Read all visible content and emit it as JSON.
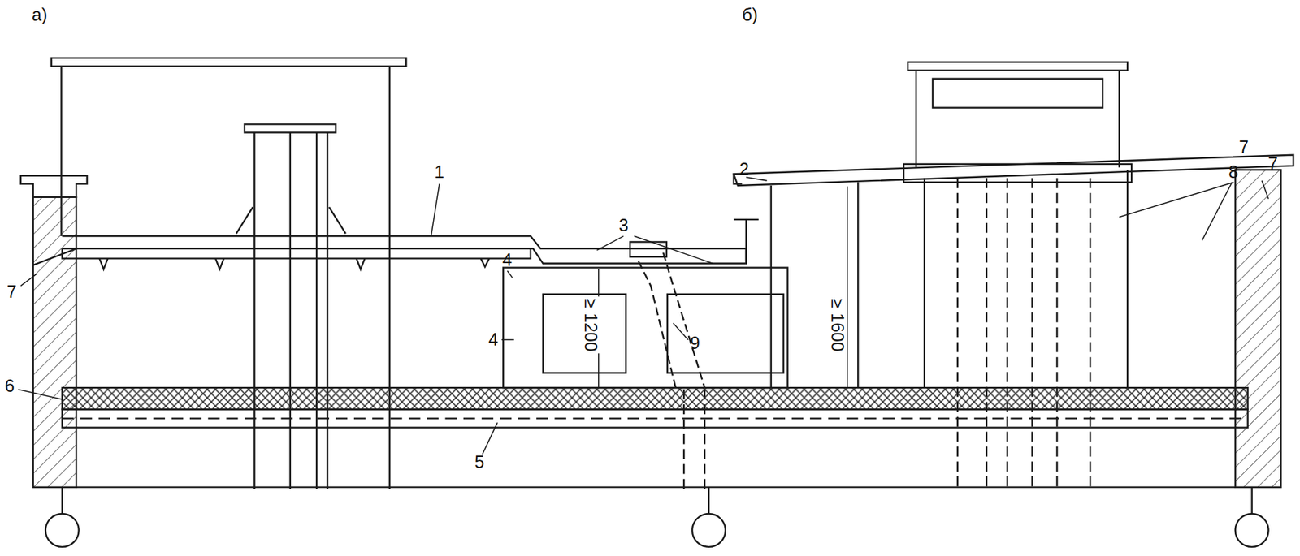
{
  "diagram": {
    "labels": [
      "а)",
      "б)",
      "1",
      "2",
      "3",
      "4",
      "4",
      "5",
      "6",
      "7",
      "7",
      "8",
      "7",
      "9",
      "≥ 1200",
      "≥ 1600"
    ]
  }
}
